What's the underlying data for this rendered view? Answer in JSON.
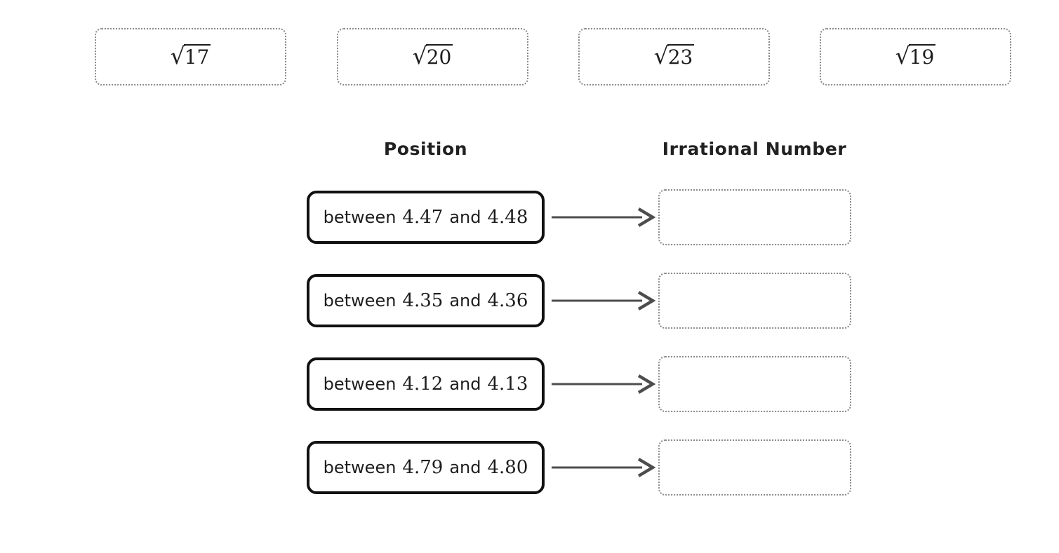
{
  "radical_sign": "√",
  "chips": [
    {
      "radicand": "17"
    },
    {
      "radicand": "20"
    },
    {
      "radicand": "23"
    },
    {
      "radicand": "19"
    }
  ],
  "headers": {
    "position": "Position",
    "irrational_number": "Irrational Number"
  },
  "rows": [
    {
      "word_between": "between",
      "lower": "4.47",
      "word_and": "and",
      "upper": "4.48"
    },
    {
      "word_between": "between",
      "lower": "4.35",
      "word_and": "and",
      "upper": "4.36"
    },
    {
      "word_between": "between",
      "lower": "4.12",
      "word_and": "and",
      "upper": "4.13"
    },
    {
      "word_between": "between",
      "lower": "4.79",
      "word_and": "and",
      "upper": "4.80"
    }
  ],
  "drop_zones": [
    {
      "value": ""
    },
    {
      "value": ""
    },
    {
      "value": ""
    },
    {
      "value": ""
    }
  ],
  "colors": {
    "box_border": "#111111",
    "dotted_border": "#8a8a8a",
    "arrow": "#4d4d4d",
    "text": "#1d1d1d"
  }
}
